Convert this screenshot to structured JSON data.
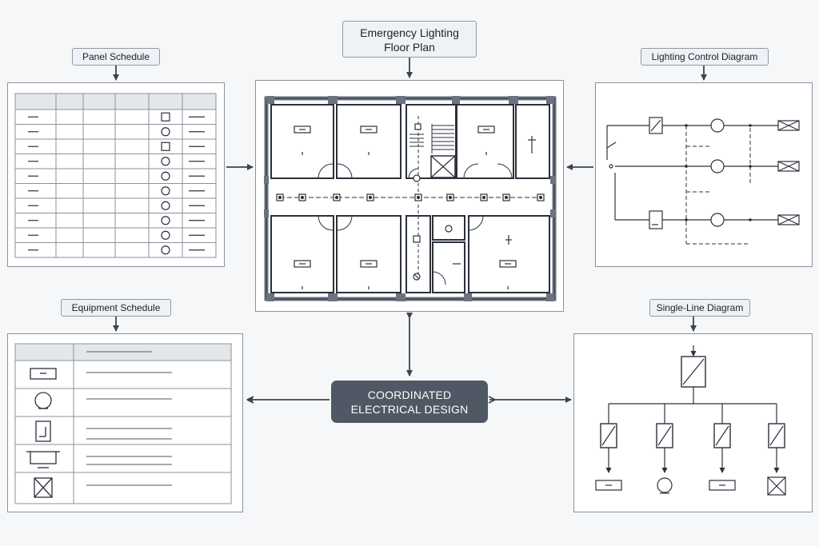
{
  "labels": {
    "floor_plan_line1": "Emergency Lighting",
    "floor_plan_line2": "Floor Plan",
    "panel_schedule": "Panel Schedule",
    "lighting_control": "Lighting Control Diagram",
    "equipment_schedule": "Equipment Schedule",
    "single_line": "Single-Line Diagram",
    "center_line1": "COORDINATED",
    "center_line2": "ELECTRICAL DESIGN"
  },
  "colors": {
    "arrow": "#3d4450",
    "center_fill": "#4f5864",
    "label_fill": "#eef2f6",
    "line": "#2b313b"
  },
  "panel_schedule_symbols": [
    "square",
    "circle",
    "square",
    "circle",
    "circle",
    "circle",
    "circle",
    "circle",
    "circle",
    "circle"
  ],
  "equipment_schedule_symbols": [
    "exit-sign-icon",
    "round-fixture-icon",
    "wall-pack-icon",
    "twin-head-icon",
    "battery-box-icon"
  ]
}
